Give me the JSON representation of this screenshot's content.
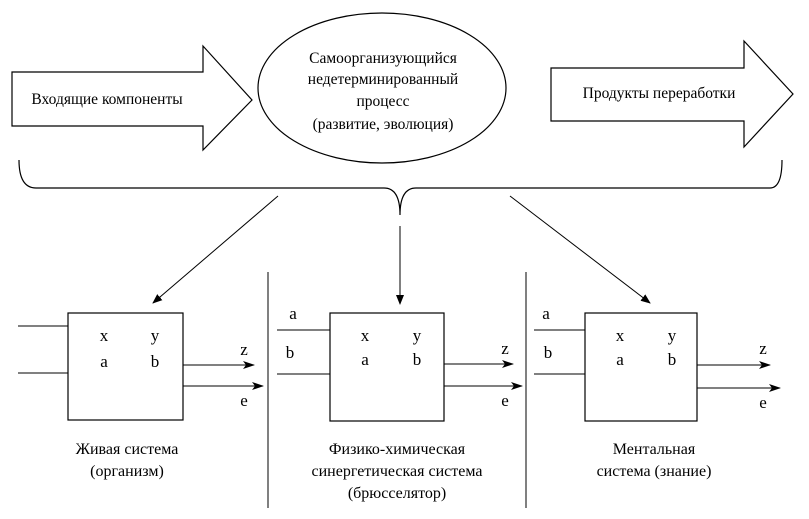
{
  "top": {
    "input_arrow": "Входящие компоненты",
    "process": [
      "Самоорганизующийся",
      "недетерминированный",
      "процесс",
      "(развитие, эволюция)"
    ],
    "output_arrow": "Продукты переработки"
  },
  "systems": [
    {
      "caption": [
        "Живая система",
        "(организм)"
      ],
      "in_labels": [
        "",
        ""
      ],
      "box": {
        "x": "x",
        "y": "y",
        "a": "a",
        "b": "b"
      },
      "outputs": [
        "z",
        "e"
      ]
    },
    {
      "caption": [
        "Физико-химическая",
        "синергетическая система",
        "(брюсселятор)"
      ],
      "in_labels": [
        "a",
        "b"
      ],
      "box": {
        "x": "x",
        "y": "y",
        "a": "a",
        "b": "b"
      },
      "outputs": [
        "z",
        "e"
      ]
    },
    {
      "caption": [
        "Ментальная",
        "система (знание)"
      ],
      "in_labels": [
        "a",
        "b"
      ],
      "box": {
        "x": "x",
        "y": "y",
        "a": "a",
        "b": "b"
      },
      "outputs": [
        "z",
        "e"
      ]
    }
  ]
}
